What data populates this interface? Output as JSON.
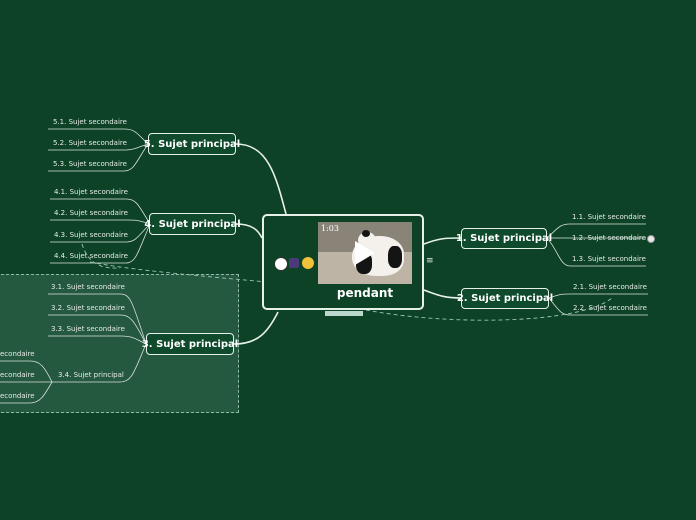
{
  "central": {
    "label": "pendant",
    "video_duration": "1:03"
  },
  "topics": {
    "t1": {
      "label": "1. Sujet principal",
      "subs": [
        "1.1. Sujet secondaire",
        "1.2. Sujet secondaire",
        "1.3. Sujet secondaire"
      ]
    },
    "t2": {
      "label": "2. Sujet principal",
      "subs": [
        "2.1. Sujet secondaire",
        "2.2. Sujet secondaire"
      ]
    },
    "t3": {
      "label": "3. Sujet principal",
      "subs": [
        "3.1. Sujet secondaire",
        "3.2. Sujet secondaire",
        "3.3. Sujet secondaire",
        "3.4. Sujet principal"
      ],
      "subsubs": [
        "econdaire",
        "econdaire",
        "econdaire"
      ]
    },
    "t4": {
      "label": "4. Sujet principal",
      "subs": [
        "4.1. Sujet secondaire",
        "4.2. Sujet secondaire",
        "4.3. Sujet secondaire",
        "4.4. Sujet secondaire"
      ]
    },
    "t5": {
      "label": "5. Sujet principal",
      "subs": [
        "5.1. Sujet secondaire",
        "5.2. Sujet secondaire",
        "5.3. Sujet secondaire"
      ]
    }
  },
  "icons": [
    "panda-emoji-icon",
    "flag-emoji-icon",
    "crying-face-emoji-icon",
    "menu-icon",
    "play-icon",
    "marker-icon"
  ],
  "colors": {
    "background": "#0d4227",
    "line": "#e8f0ea",
    "boundary": "#8fb8a6"
  }
}
